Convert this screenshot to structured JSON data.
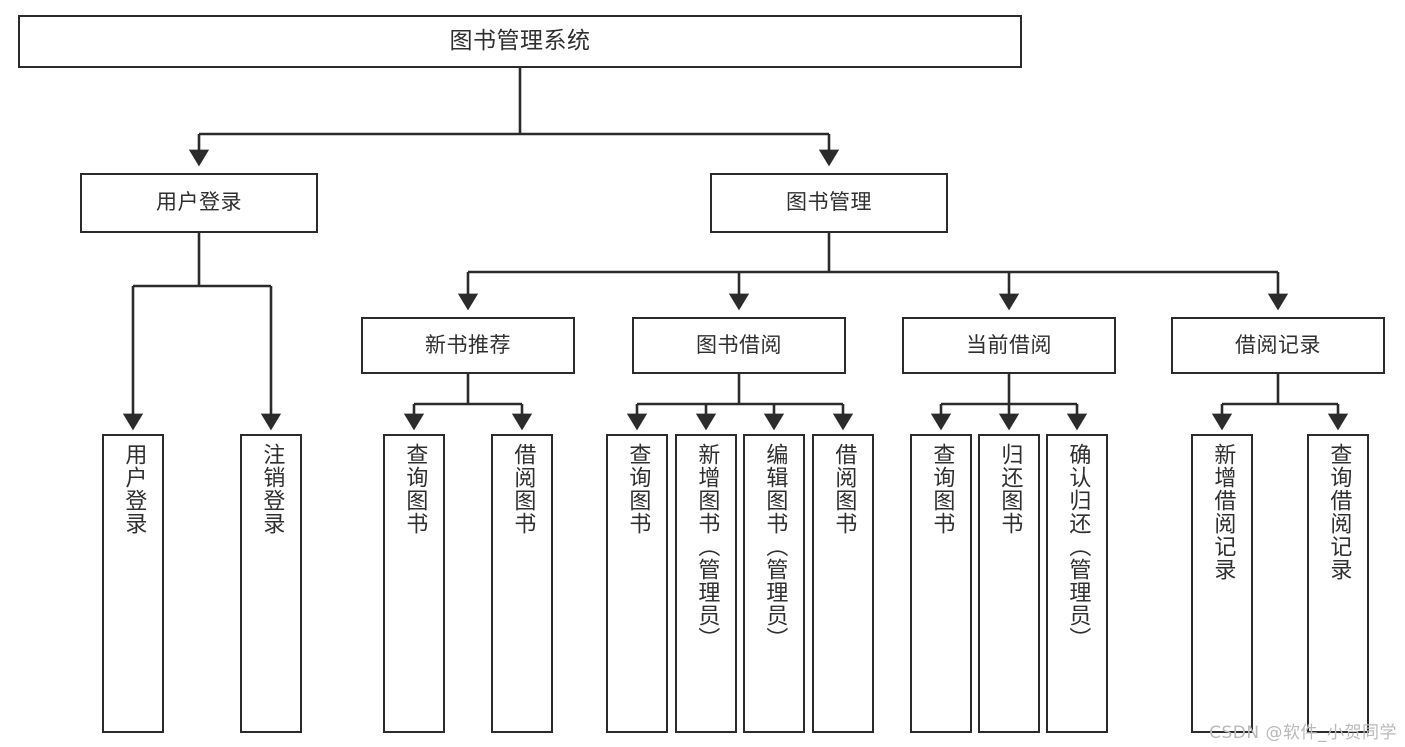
{
  "diagram": {
    "title": "图书管理系统",
    "watermark": "CSDN @软件_小贺同学",
    "line_color": "#2b2b2b",
    "box_fill": "#ffffff",
    "text_color": "#2f2f2f",
    "watermark_color": "#b9b9b9"
  },
  "root": {
    "label": "图书管理系统"
  },
  "branches": [
    {
      "label": "用户登录"
    },
    {
      "label": "图书管理"
    }
  ],
  "subbranches": [
    {
      "label": "新书推荐"
    },
    {
      "label": "图书借阅"
    },
    {
      "label": "当前借阅"
    },
    {
      "label": "借阅记录"
    }
  ],
  "leaves": {
    "user_login": [
      {
        "label": "用户登录"
      },
      {
        "label": "注销登录"
      }
    ],
    "new_book_recommend": [
      {
        "label": "查询图书"
      },
      {
        "label": "借阅图书"
      }
    ],
    "book_borrow": [
      {
        "label": "查询图书"
      },
      {
        "label": "新增图书（管理员）"
      },
      {
        "label": "编辑图书（管理员）"
      },
      {
        "label": "借阅图书"
      }
    ],
    "current_borrow": [
      {
        "label": "查询图书"
      },
      {
        "label": "归还图书"
      },
      {
        "label": "确认归还（管理员）"
      }
    ],
    "borrow_record": [
      {
        "label": "新增借阅记录"
      },
      {
        "label": "查询借阅记录"
      }
    ]
  }
}
